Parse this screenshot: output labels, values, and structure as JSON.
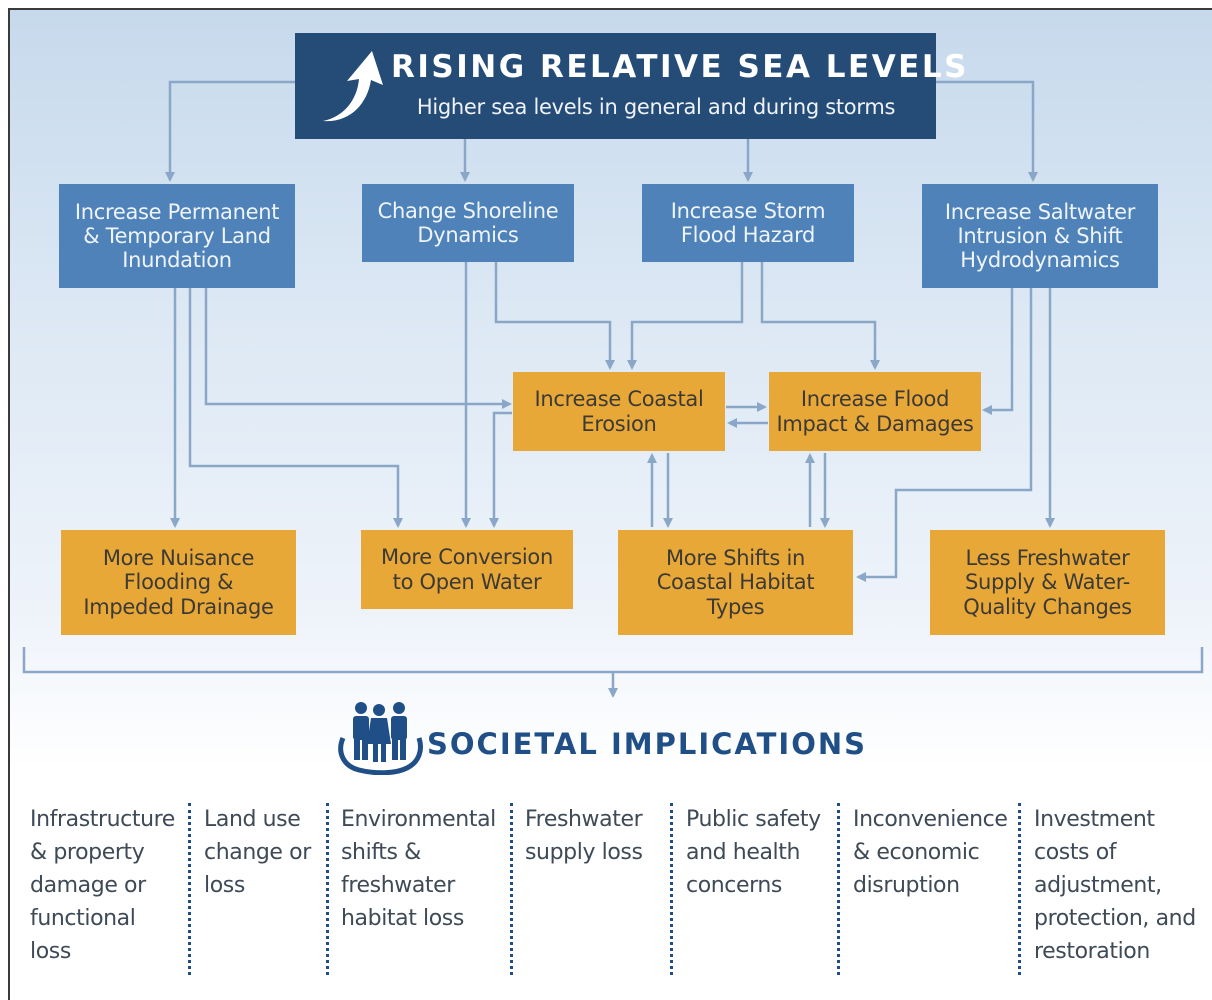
{
  "header": {
    "title": "RISING RELATIVE SEA LEVELS",
    "subtitle": "Higher sea levels in general and during storms",
    "icon": "upward-curved-arrow-icon"
  },
  "primary_effects": [
    {
      "label": "Increase Permanent\n& Temporary Land\nInundation"
    },
    {
      "label": "Change Shoreline\nDynamics"
    },
    {
      "label": "Increase Storm\nFlood Hazard"
    },
    {
      "label": "Increase Saltwater\nIntrusion & Shift\nHydrodynamics"
    }
  ],
  "secondary_effects": [
    {
      "label": "Increase Coastal\nErosion"
    },
    {
      "label": "Increase Flood\nImpact & Damages"
    }
  ],
  "outcomes": [
    {
      "label": "More Nuisance\nFlooding &\nImpeded Drainage"
    },
    {
      "label": "More Conversion\nto Open Water"
    },
    {
      "label": "More Shifts in\nCoastal Habitat\nTypes"
    },
    {
      "label": "Less Freshwater\nSupply & Water-\nQuality Changes"
    }
  ],
  "societal": {
    "title": "SOCIETAL IMPLICATIONS",
    "icon": "people-group-icon",
    "implications": [
      "Infrastructure\n& property\ndamage or\nfunctional\nloss",
      "Land use\nchange or\nloss",
      "Environmental\nshifts &\nfreshwater\nhabitat loss",
      "Freshwater\nsupply loss",
      "Public safety\nand health\nconcerns",
      "Inconvenience\n& economic\ndisruption",
      "Investment\ncosts of\nadjustment,\nprotection, and\nrestoration"
    ]
  },
  "colors": {
    "header": "#254c76",
    "blue_box": "#4e82b8",
    "orange_box": "#e8a838",
    "arrow": "#8aa7c8",
    "societal_text": "#1f4f86"
  }
}
